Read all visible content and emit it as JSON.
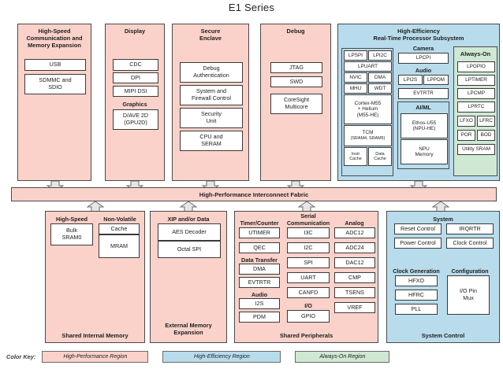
{
  "title": "E1 Series",
  "colors": {
    "high_performance": "#fbd2ca",
    "high_efficiency": "#b9dcec",
    "always_on": "#cfe8d4",
    "box_fill": "#ffffff",
    "border": "#4a4a4a"
  },
  "fabric": {
    "label": "High-Performance Interconnect Fabric"
  },
  "top_panels": [
    {
      "name": "high-speed-communication",
      "title": "High-Speed\nCommunication and\nMemory Expansion",
      "title_lines": [
        "High-Speed",
        "Communication and",
        "Memory Expansion"
      ],
      "region": "high-performance",
      "blocks": [
        "USB",
        "SDMMC and SDIO"
      ]
    },
    {
      "name": "display",
      "title": "Display",
      "title_lines": [
        "Display"
      ],
      "region": "high-performance",
      "blocks": [
        "CDC",
        "DPI",
        "MIPI DSI"
      ],
      "group": {
        "label": "Graphics",
        "blocks": [
          "D/AVE 2D (GPU2D)"
        ]
      }
    },
    {
      "name": "secure-enclave",
      "title": "Secure\nEnclave",
      "title_lines": [
        "Secure",
        "Enclave"
      ],
      "region": "high-performance",
      "blocks": [
        "Debug Authentication",
        "System and Firewall Control",
        "Security Unit",
        "CPU and SERAM"
      ]
    },
    {
      "name": "debug",
      "title": "Debug",
      "title_lines": [
        "Debug"
      ],
      "region": "high-performance",
      "blocks": [
        "JTAG",
        "SWD",
        "CoreSight Multicore"
      ]
    },
    {
      "name": "high-efficiency-rt-subsystem",
      "title_lines": [
        "High-Efficiency",
        "Real-Time Processor Subsystem"
      ],
      "region": "high-efficiency"
    }
  ],
  "he_subsystem": {
    "title_lines": [
      "High-Efficiency",
      "Real-Time Processor Subsystem"
    ],
    "cpu_column": {
      "row1": [
        "LPSPI",
        "LPI2C"
      ],
      "row2": [
        "LPUART"
      ],
      "row3": [
        "NVIC",
        "DMA"
      ],
      "row4": [
        "MHU",
        "WDT"
      ],
      "core": [
        "Cortex-M55",
        "+ Helium",
        "(M55-HE)"
      ],
      "tcm_title": "TCM",
      "tcm_sub": "(SRAM4, SRAM5)",
      "caches": [
        "Instr Cache",
        "Data Cache"
      ]
    },
    "middle_column": {
      "camera_label": "Camera",
      "camera_blocks": [
        "LPCPI"
      ],
      "audio_label": "Audio",
      "audio_blocks": [
        "LPI2S",
        "LPPDM"
      ],
      "evtrtr": "EVTRTR",
      "aiml_label": "AI/ML",
      "aiml_blocks": [
        "Ethos-U55 (NPU-HE)",
        "NPU Memory"
      ]
    },
    "always_on": {
      "title": "Always-On",
      "blocks": [
        "LPGPIO",
        "LPTIMER",
        "LPCMP",
        "LPRTC"
      ],
      "pairs": [
        [
          "LFXO",
          "LFRC"
        ],
        [
          "POR",
          "BOD"
        ]
      ],
      "last": "Utility SRAM"
    }
  },
  "bottom_panels": [
    {
      "name": "shared-internal-memory",
      "footer": "Shared Internal Memory",
      "region": "high-performance",
      "groups": [
        {
          "label": "High-Speed",
          "blocks": [
            "Bulk SRAM0"
          ]
        },
        {
          "label": "Non-Volatile",
          "blocks": [
            "Cache",
            "MRAM"
          ]
        }
      ]
    },
    {
      "name": "external-memory-expansion",
      "footer_lines": [
        "External Memory",
        "Expansion"
      ],
      "region": "high-performance",
      "groups": [
        {
          "label": "XIP and/or Data",
          "blocks": [
            "AES Decoder",
            "Octal SPI"
          ]
        }
      ]
    },
    {
      "name": "shared-peripherals",
      "footer": "Shared Peripherals",
      "region": "high-performance",
      "columns": [
        {
          "groups": [
            {
              "label": "Timer/Counter",
              "blocks": [
                "UTIMER",
                "QEC"
              ]
            },
            {
              "label": "Data Transfer",
              "blocks": [
                "DMA",
                "EVTRTR"
              ]
            },
            {
              "label": "Audio",
              "blocks": [
                "I2S",
                "PDM"
              ]
            }
          ]
        },
        {
          "groups": [
            {
              "label_lines": [
                "Serial",
                "Communication"
              ],
              "blocks": [
                "I3C",
                "I2C",
                "SPI",
                "UART",
                "CANFD"
              ]
            },
            {
              "label": "I/O",
              "blocks": [
                "GPIO"
              ]
            }
          ]
        },
        {
          "groups": [
            {
              "label": "Analog",
              "blocks": [
                "ADC12",
                "ADC24",
                "DAC12",
                "CMP",
                "TSENS",
                "VREF"
              ]
            }
          ]
        }
      ]
    },
    {
      "name": "system-control",
      "footer": "System Control",
      "region": "high-efficiency",
      "groups": [
        {
          "label": "System",
          "blocks": [
            "Reset Control",
            "IRQRTR",
            "Power Control",
            "Clock Control"
          ]
        },
        {
          "label": "Clock Generation",
          "blocks": [
            "HFXO",
            "HFRC",
            "PLL"
          ]
        },
        {
          "label": "Configuration",
          "blocks": [
            "I/O Pin Mux"
          ]
        }
      ]
    }
  ],
  "color_key": {
    "label": "Color Key:",
    "items": [
      {
        "text": "High-Performance Region",
        "color": "#fbd2ca"
      },
      {
        "text": "High-Efficiency Region",
        "color": "#b9dcec"
      },
      {
        "text": "Always-On Region",
        "color": "#cfe8d4"
      }
    ]
  }
}
